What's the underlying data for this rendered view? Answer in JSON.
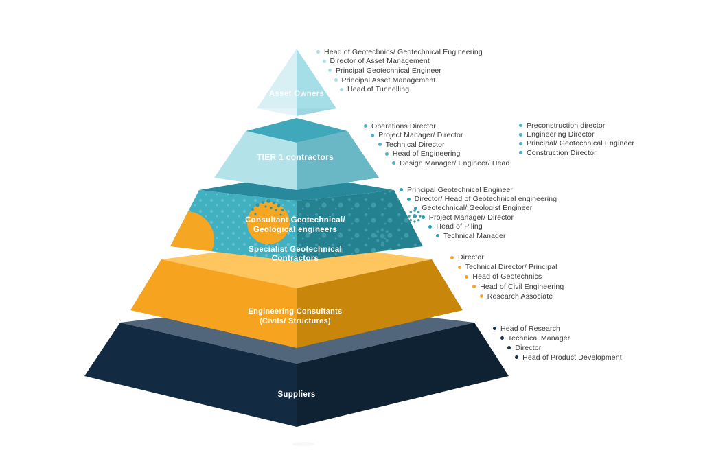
{
  "colors": {
    "t1_left": "#D8F0F4",
    "t1_right": "#A5DEE6",
    "t1_under_left": "#E2F4F6",
    "t1_under_right": "#9AD7E0",
    "t2_rim": "#3FA9BB",
    "t2_left": "#B3E2E9",
    "t2_right": "#6AB8C6",
    "t3_rim": "#27899B",
    "t3_left": "#41B0C0",
    "t3_right": "#24818F",
    "t3_dot_left": "#66C2CE",
    "t3_dot_right": "#3E99A9",
    "t4_rim": "#FFC55F",
    "t4_left": "#F6A41F",
    "t4_right": "#C8860B",
    "t5_rim": "#51657B",
    "t5_left": "#132B42",
    "t5_right": "#0E2233",
    "circle_orange": "#F5A623",
    "circle_dot": "#2B97AB",
    "label_white": "#FFFFFF",
    "bullet_t1": "#A9DFE8",
    "bullet_t2": "#4FB2C3",
    "bullet_t3": "#2D9DB2",
    "bullet_t4": "#F7A823",
    "bullet_t5": "#1A3048",
    "text_dark": "#3B3B3B"
  },
  "pyramid": {
    "tiers": [
      {
        "name": "asset-owners",
        "label": "Asset Owners",
        "roles": [
          "Head of Geotechnics/ Geotechnical Engineering",
          "Director of Asset Management",
          "Principal Geotechnical Engineer",
          "Principal Asset Management",
          "Head of Tunnelling"
        ]
      },
      {
        "name": "tier-1-contractors",
        "label": "TIER 1 contractors",
        "roles": [
          "Operations Director",
          "Project Manager/ Director",
          "Technical Director",
          "Head of Engineering",
          "Design Manager/ Engineer/ Head"
        ],
        "roles_col_2": [
          "Preconstruction director",
          "Engineering Director",
          "Principal/ Geotechnical Engineer",
          "Construction Director"
        ]
      },
      {
        "name": "specialist-geotechnical-contractors",
        "circle_label_line1": "Consultant Geotechnical/",
        "circle_label_line2": "Geological engineers",
        "label_line1": "Specialist Geotechnical",
        "label_line2": "Contractors",
        "roles": [
          "Principal Geotechnical Engineer",
          "Director/ Head of Geotechnical engineering",
          "Geotechnical/ Geologist Engineer",
          "Project Manager/ Director",
          "Head of Piling",
          "Technical Manager"
        ]
      },
      {
        "name": "engineering-consultants",
        "label_line1": "Engineering Consultants",
        "label_line2": "(Civils/ Structures)",
        "roles": [
          "Director",
          "Technical Director/ Principal",
          "Head of Geotechnics",
          "Head of Civil Engineering",
          "Research Associate"
        ]
      },
      {
        "name": "suppliers",
        "label": "Suppliers",
        "roles": [
          "Head of Research",
          "Technical Manager",
          "Director",
          "Head of Product Development"
        ]
      }
    ]
  }
}
